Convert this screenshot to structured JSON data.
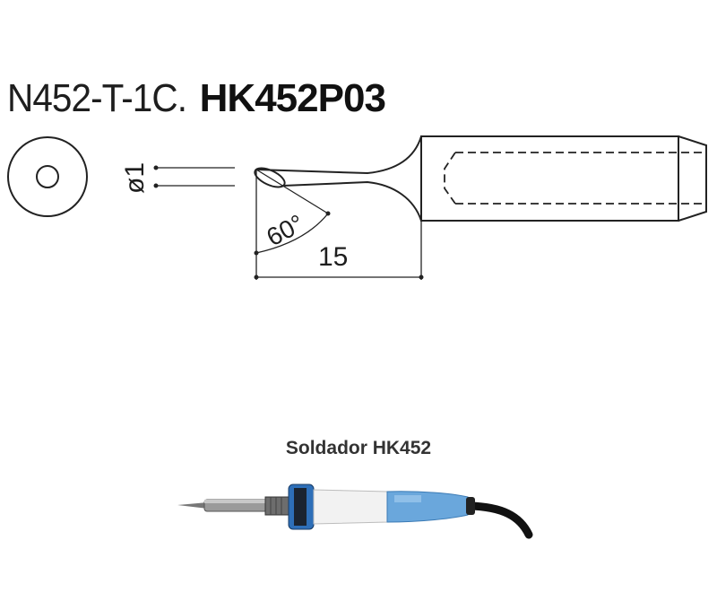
{
  "header": {
    "model_label": "N452-T-1C.",
    "product_code": "HK452P03"
  },
  "drawing": {
    "diameter_label": "ø1",
    "angle_label": "60°",
    "length_label": "15"
  },
  "product": {
    "caption": "Soldador HK452",
    "grip_color": "#6aa7dc",
    "ring_color": "#2e6fb8"
  }
}
